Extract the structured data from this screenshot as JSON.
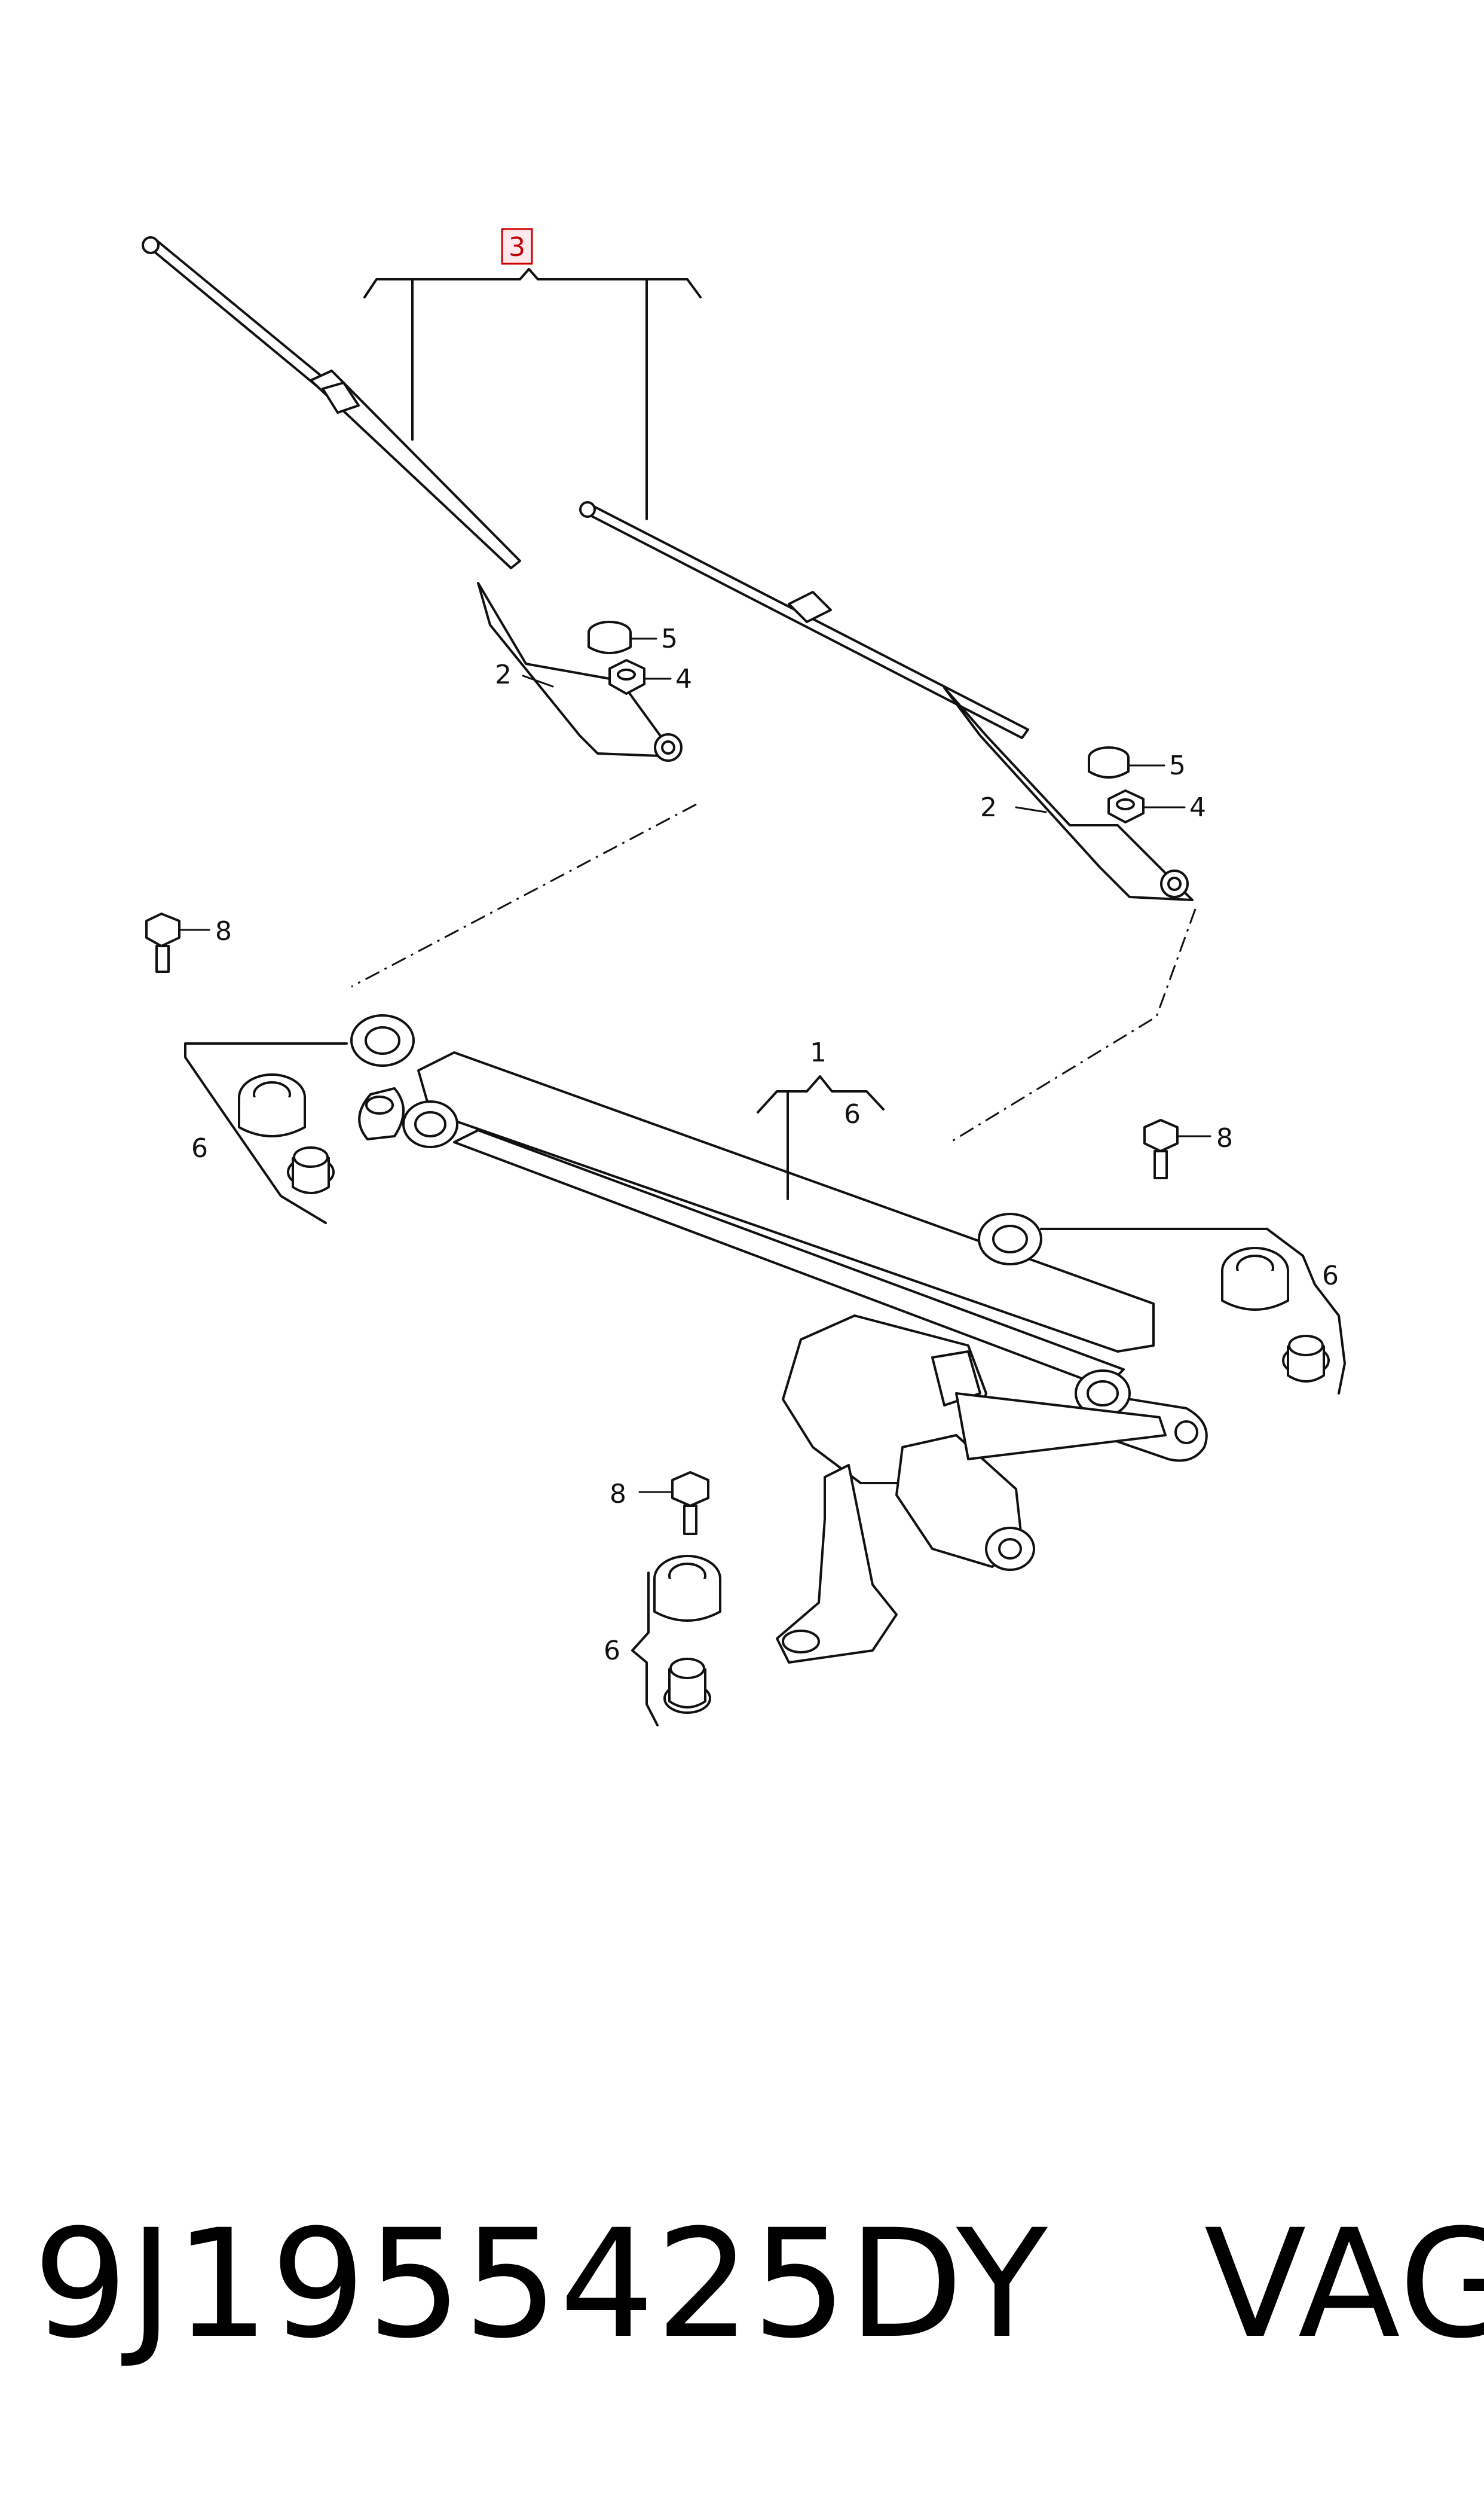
{
  "diagram": {
    "callouts": {
      "wiper_assembly": "3",
      "wiper_arm_left": "2",
      "wiper_arm_right": "2",
      "cap_left": "5",
      "cap_right": "5",
      "nut_left": "4",
      "nut_right": "4",
      "linkage": "1",
      "linkage_sub": "6",
      "bolt_left": "8",
      "bolt_right": "8",
      "bolt_bottom": "8",
      "bushing_left": "6",
      "bushing_right": "6",
      "bushing_bottom": "6"
    },
    "highlight_color": "#cc0000"
  },
  "footer": {
    "part_number": "9J1955425DY",
    "brand": "VAG"
  }
}
